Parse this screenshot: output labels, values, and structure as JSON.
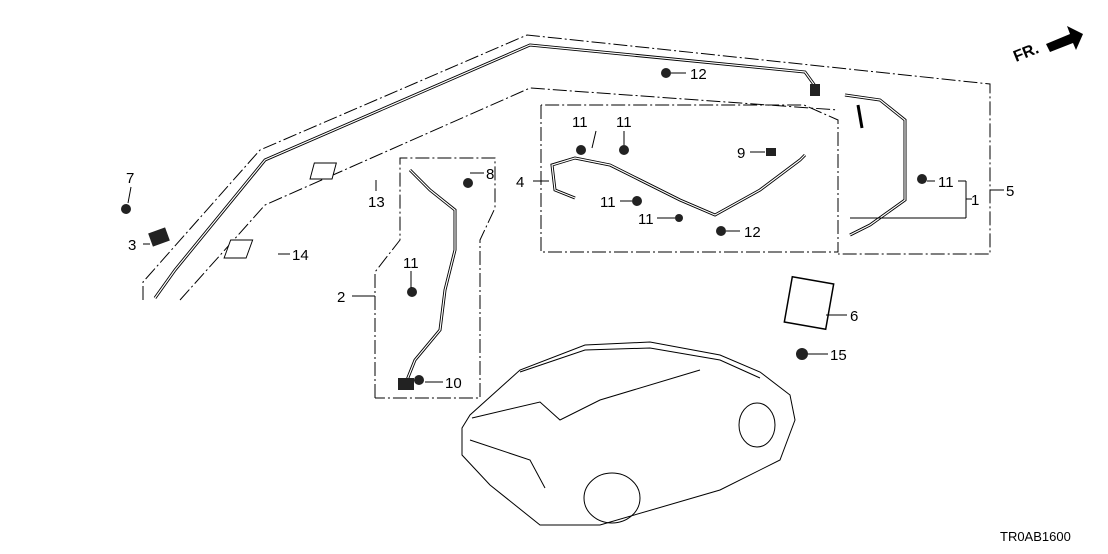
{
  "diagram": {
    "direction_indicator": "FR.",
    "diagram_code": "TR0AB1600",
    "callouts": [
      "1",
      "2",
      "3",
      "4",
      "5",
      "6",
      "7",
      "8",
      "9",
      "10",
      "11",
      "12",
      "13",
      "14",
      "15"
    ],
    "labels": {
      "c12a": "12",
      "c11a": "11",
      "c11b": "11",
      "c9": "9",
      "c8": "8",
      "c4": "4",
      "c11c": "11",
      "c11d": "11",
      "c12b": "12",
      "c11e": "11",
      "c1": "1",
      "c5": "5",
      "c7": "7",
      "c3": "3",
      "c13": "13",
      "c14": "14",
      "c11f": "11",
      "c2": "2",
      "c6": "6",
      "c15": "15",
      "c10": "10"
    }
  }
}
